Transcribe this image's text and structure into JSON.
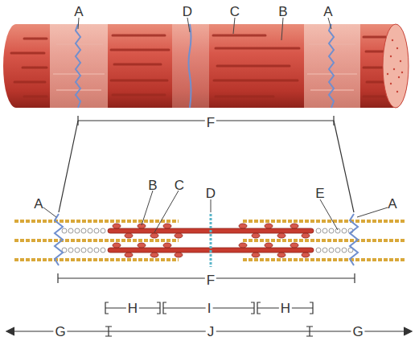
{
  "diagram": {
    "labels": [
      "A",
      "D",
      "C",
      "B",
      "A",
      "F",
      "B",
      "C",
      "D",
      "A",
      "E",
      "A",
      "F",
      "H",
      "I",
      "H",
      "G",
      "J",
      "G"
    ]
  }
}
